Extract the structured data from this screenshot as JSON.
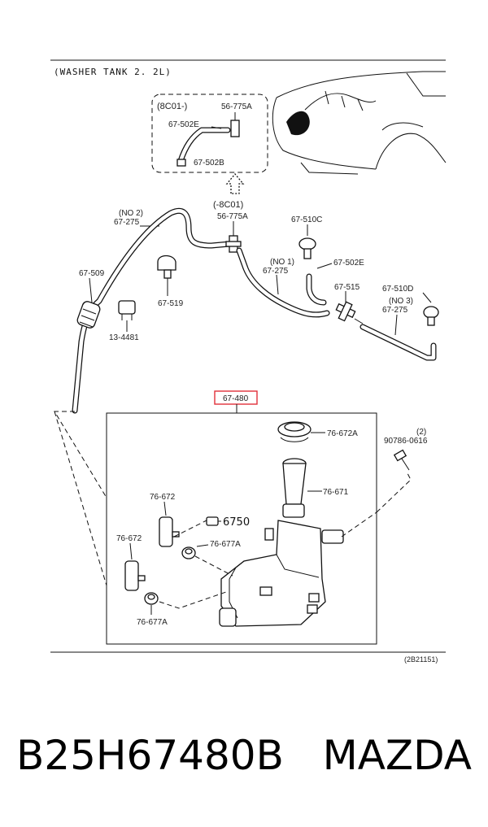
{
  "diagram": {
    "title": "(WASHER TANK 2. 2L)",
    "figure_code": "(2B21151)",
    "inset_label": "(8C01-)",
    "inset_ref_label": "(-8C01)",
    "labels": {
      "p56_775A_top": "56-775A",
      "p67_502E_top": "67-502E",
      "p67_502B": "67-502B",
      "p56_775A_mid": "56-775A",
      "no2": "(NO 2)",
      "p67_275_a": "67-275",
      "p67_510C": "67-510C",
      "p67_502E_mid": "67-502E",
      "no1": "(NO 1)",
      "p67_275_b": "67-275",
      "p67_509": "67-509",
      "p67_519": "67-519",
      "p13_4481": "13-4481",
      "p67_515": "67-515",
      "p67_510D": "67-510D",
      "no3": "(NO 3)",
      "p67_275_c": "67-275",
      "p67_480": "67-480",
      "p76_672A": "76-672A",
      "qty2": "(2)",
      "p90786": "90786-0616",
      "p76_671": "76-671",
      "p76_672_a": "76-672",
      "p6750": "6750",
      "p76_677A_a": "76-677A",
      "p76_672_b": "76-672",
      "p76_677A_b": "76-677A"
    },
    "highlight_color": "#e0303a"
  },
  "caption": {
    "part_number": "B25H67480B",
    "brand": "MAZDA"
  }
}
